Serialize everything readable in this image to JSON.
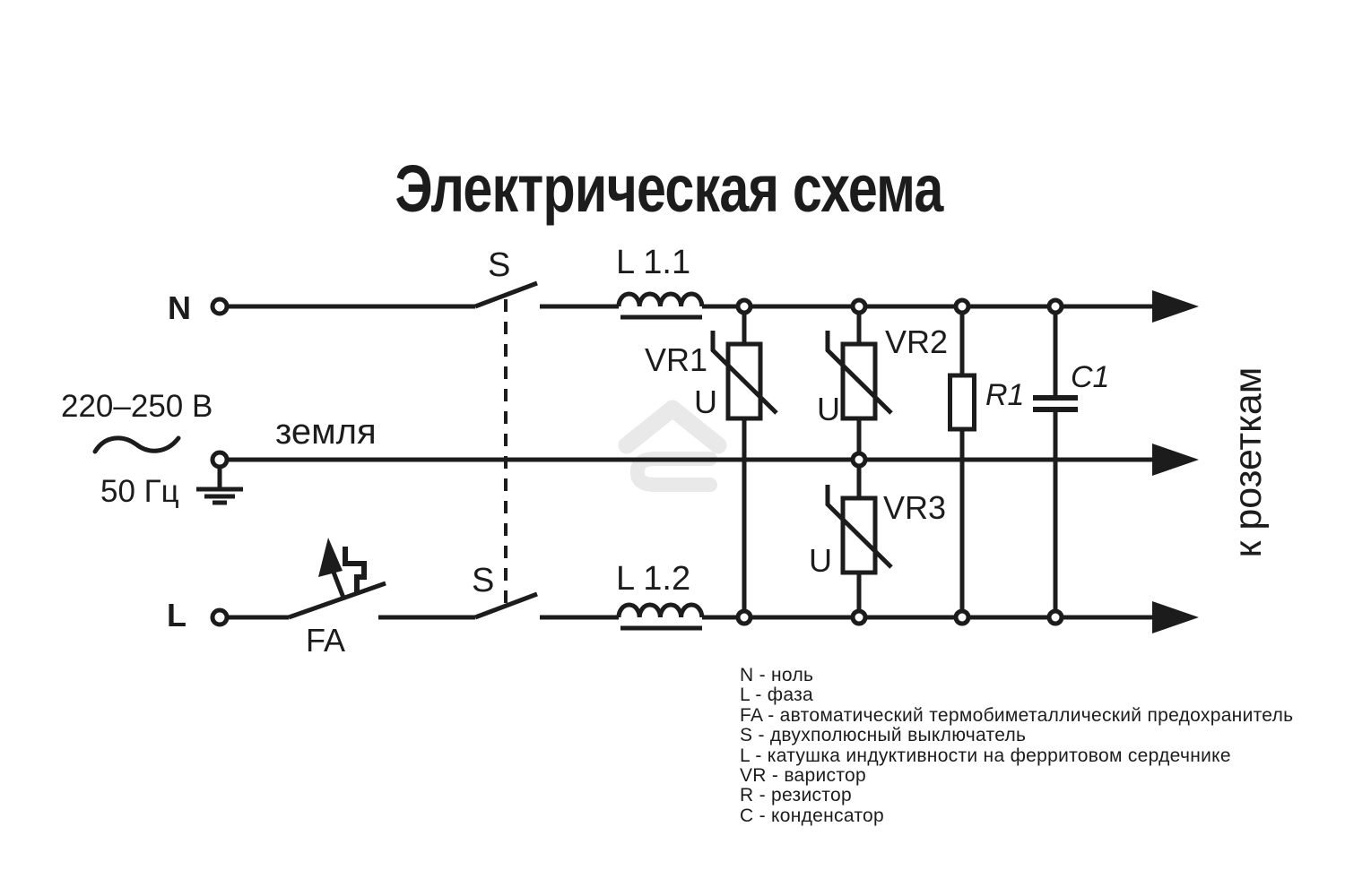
{
  "title": "Электрическая схема",
  "colors": {
    "ink": "#1c1c1c",
    "watermark": "#e9e9e9",
    "background": "#ffffff"
  },
  "input": {
    "neutral": "N",
    "phase": "L",
    "voltage": "220–250 В",
    "frequency": "50 Гц",
    "earth": "земля"
  },
  "switch": {
    "top": "S",
    "bottom": "S"
  },
  "fuse": {
    "label": "FA"
  },
  "inductors": {
    "top": "L 1.1",
    "bottom": "L 1.2"
  },
  "varistors": [
    {
      "name": "VR1",
      "u": "U"
    },
    {
      "name": "VR2",
      "u": "U"
    },
    {
      "name": "VR3",
      "u": "U"
    }
  ],
  "resistor": {
    "label": "R1"
  },
  "capacitor": {
    "label": "C1"
  },
  "output": {
    "label": "к розеткам"
  },
  "legend": [
    "N - ноль",
    "L - фаза",
    "FA - автоматический термобиметаллический предохранитель",
    "S - двухполюсный выключатель",
    "L - катушка индуктивности на ферритовом сердечнике",
    "VR - варистор",
    "R - резистор",
    "C - конденсатор"
  ]
}
